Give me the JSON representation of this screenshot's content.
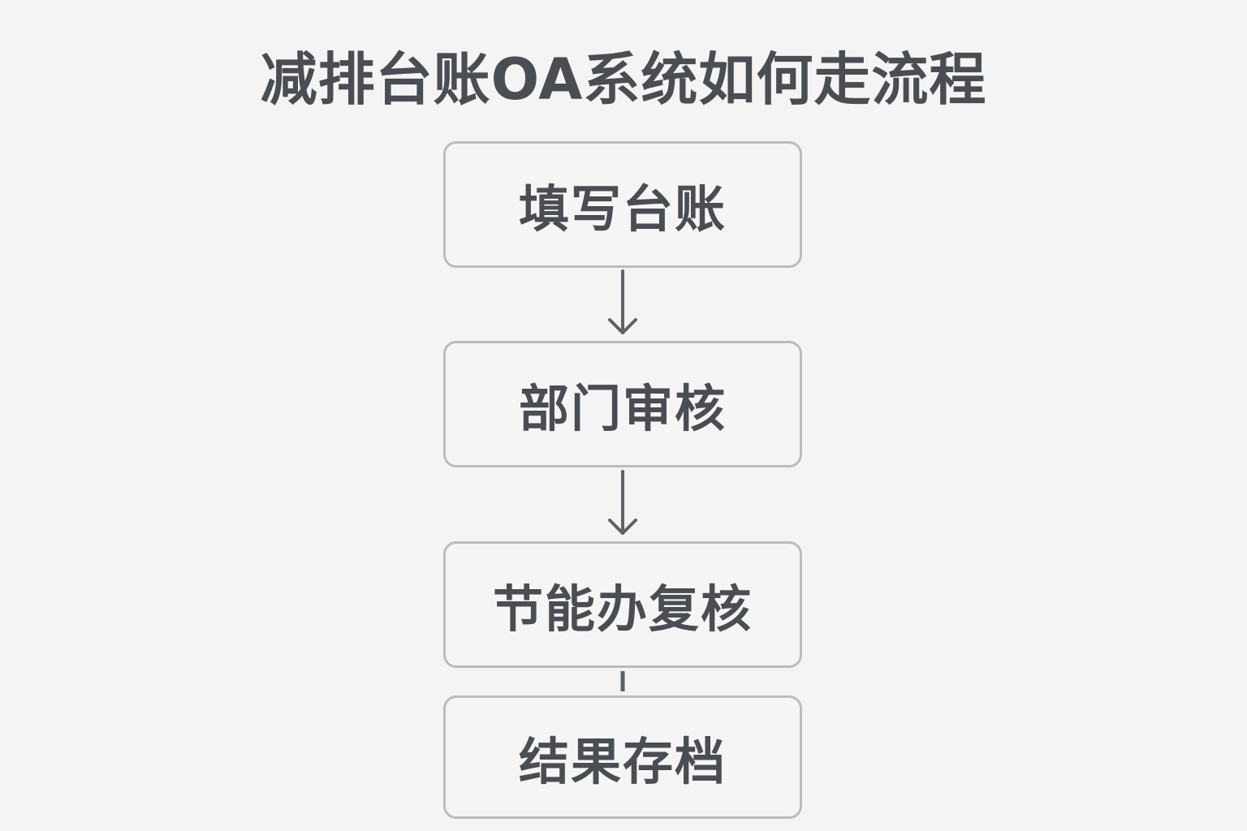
{
  "title": "减排台账OA系统如何走流程",
  "steps": [
    {
      "label": "填写台账"
    },
    {
      "label": "部门审核"
    },
    {
      "label": "节能办复核"
    },
    {
      "label": "结果存档"
    }
  ],
  "colors": {
    "text": "#4a4d52",
    "border": "#bcbcbc",
    "arrow": "#5f6266",
    "background": "#f4f4f4"
  }
}
